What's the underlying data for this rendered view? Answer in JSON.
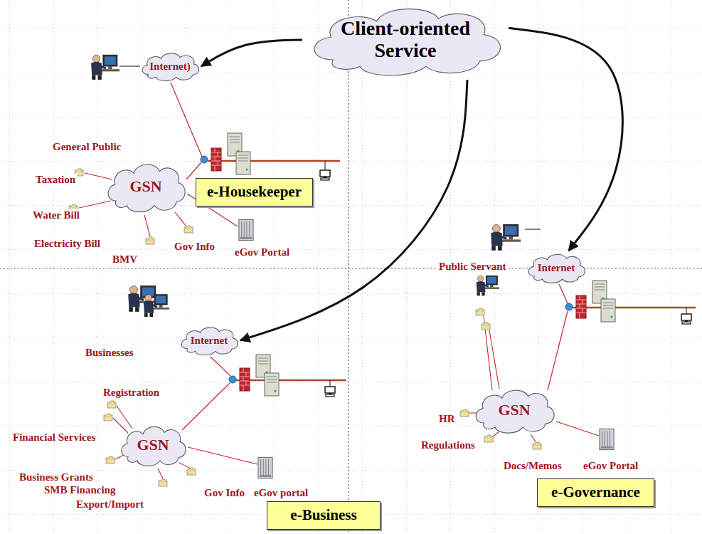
{
  "diagram": {
    "nodes": [
      {
        "text": [
          "Client-oriented Service"
        ]
      },
      {
        "text": [
          "Internet)"
        ]
      },
      {
        "text": [
          "GSN"
        ]
      },
      {
        "text": [
          "e-Housekeeper"
        ]
      },
      {
        "text": [
          "Internet"
        ]
      },
      {
        "text": [
          "Internet"
        ]
      },
      {
        "text": [
          "GSN"
        ]
      },
      {
        "text": [
          "GSN"
        ]
      },
      {
        "text": [
          "e-Governance"
        ]
      },
      {
        "text": [
          "e-Business"
        ]
      }
    ],
    "edges": [
      {
        "from": 0,
        "to": 1,
        "arrow": "to"
      },
      {
        "from": 0,
        "to": 4,
        "arrow": "to"
      },
      {
        "from": 0,
        "to": 5,
        "arrow": "to"
      }
    ],
    "labels": [
      "General Public",
      "Taxation",
      "Water Bill",
      "Electricity Bill",
      "BMV",
      "Gov Info",
      "eGov Portal",
      "Public Servant",
      "HR",
      "Regulations",
      "Docs/Memos",
      "eGov Portal",
      "Businesses",
      "Registration",
      "Financial Services",
      "Business Grants",
      "SMB Financing",
      "Gov Info",
      "eGov portal",
      "Export/Import"
    ]
  }
}
